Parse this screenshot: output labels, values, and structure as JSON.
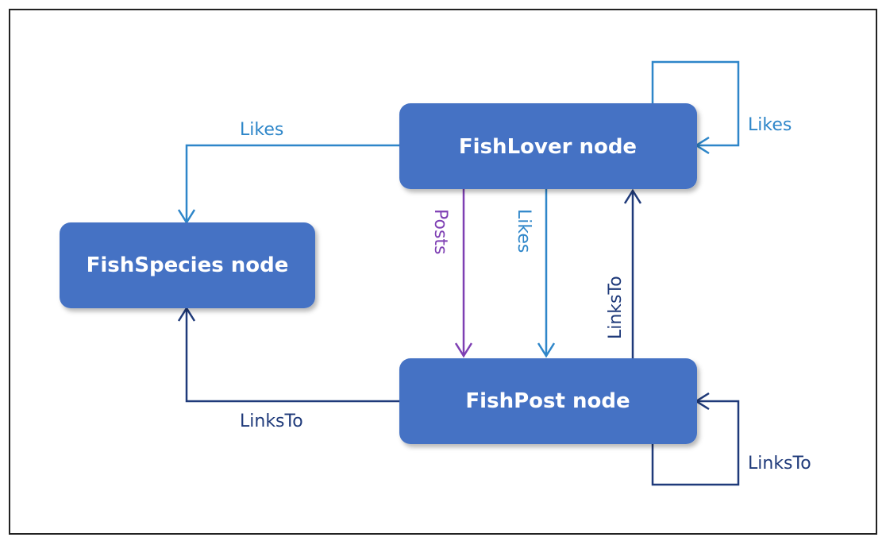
{
  "colors": {
    "node_fill": "#4472c4",
    "likes": "#2e86c9",
    "links_to": "#1f3a7a",
    "posts": "#7e3fb3",
    "border": "#222222"
  },
  "nodes": {
    "fishlover": {
      "label": "FishLover node"
    },
    "fishspecies": {
      "label": "FishSpecies node"
    },
    "fishpost": {
      "label": "FishPost node"
    }
  },
  "edges": {
    "lover_likes_species": {
      "label": "Likes"
    },
    "lover_likes_lover": {
      "label": "Likes"
    },
    "lover_posts_post": {
      "label": "Posts"
    },
    "lover_likes_post": {
      "label": "Likes"
    },
    "post_linksto_lover": {
      "label": "LinksTo"
    },
    "post_linksto_species": {
      "label": "LinksTo"
    },
    "post_linksto_post": {
      "label": "LinksTo"
    }
  }
}
